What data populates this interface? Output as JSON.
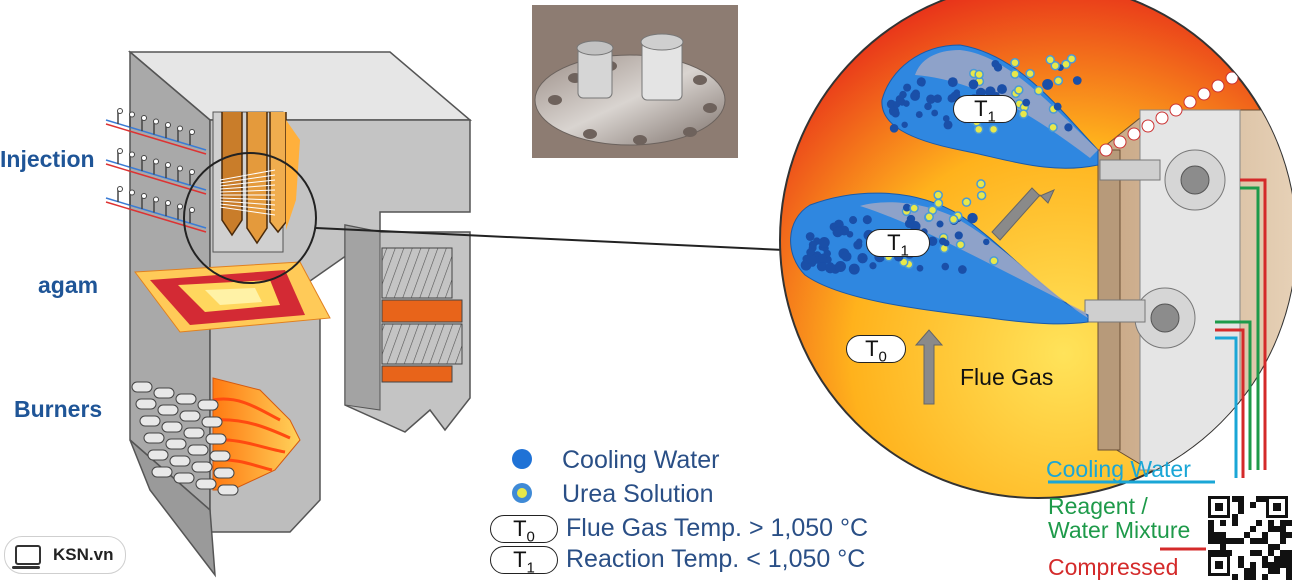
{
  "labels": {
    "injection": "Injection",
    "agam": "agam",
    "burners": "Burners",
    "flue_gas": "Flue Gas"
  },
  "zoom_temps": {
    "t1_top": {
      "letter": "T",
      "sub": "1"
    },
    "t1_mid": {
      "letter": "T",
      "sub": "1"
    },
    "t0": {
      "letter": "T",
      "sub": "0"
    }
  },
  "legend": {
    "cooling_water": "Cooling Water",
    "urea_solution": "Urea Solution",
    "t0": {
      "letter": "T",
      "sub": "0",
      "text": "Flue Gas Temp. > 1,050 °C"
    },
    "t1": {
      "letter": "T",
      "sub": "1",
      "text": "Reaction Temp. < 1,050 °C"
    }
  },
  "pipes": {
    "cooling_water": "Cooling Water",
    "reagent_line1": "Reagent /",
    "reagent_line2": "Water Mixture",
    "compressed": "Compressed"
  },
  "watermark": {
    "text": "KSN.vn"
  },
  "colors": {
    "label_blue": "#1f5597",
    "cooling_cyan": "#1aa6d6",
    "reagent_green": "#1e9a4a",
    "compressed_red": "#d42a2a",
    "droplet_blue": "#2a6fd6"
  }
}
